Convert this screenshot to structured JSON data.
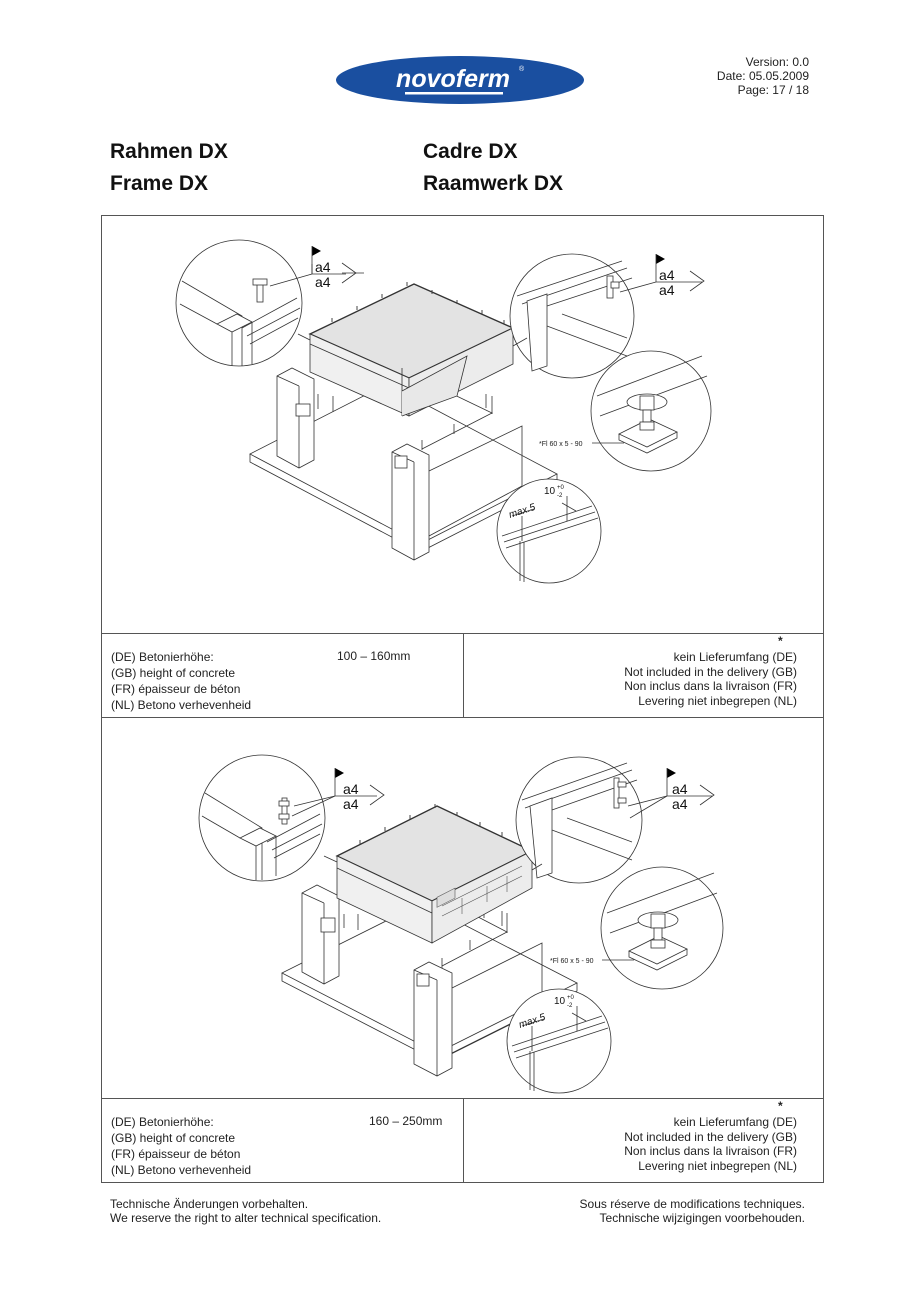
{
  "header": {
    "logo_text": "novoferm",
    "logo_registered": "®",
    "brand_color": "#1a4fa0",
    "version": "Version: 0.0",
    "date": "Date: 05.05.2009",
    "page": "Page: 17 / 18"
  },
  "titles": {
    "de": "Rahmen DX",
    "gb": "Frame DX",
    "fr": "Cadre DX",
    "nl": "Raamwerk DX"
  },
  "sections": [
    {
      "drawing": {
        "weld_symbol_left": [
          "a4",
          "a4"
        ],
        "weld_symbol_right": [
          "a4",
          "a4"
        ],
        "flat_bar_label": "*Fl 60 x 5 - 90",
        "gap_label": "max.5",
        "tolerance_base": "10",
        "tolerance_plus": "+0",
        "tolerance_minus": "-2"
      },
      "concrete": {
        "lines": [
          "(DE) Betonierhöhe:",
          "(GB) height of concrete",
          "(FR) épaisseur de béton",
          "(NL) Betono verhevenheid"
        ],
        "range": "100 – 160mm"
      },
      "note": {
        "marker": "*",
        "lines": [
          "kein Lieferumfang (DE)",
          "Not included in the delivery (GB)",
          "Non inclus dans la livraison (FR)",
          "Levering niet inbegrepen (NL)"
        ]
      }
    },
    {
      "drawing": {
        "weld_symbol_left": [
          "a4",
          "a4"
        ],
        "weld_symbol_right": [
          "a4",
          "a4"
        ],
        "flat_bar_label": "*Fl 60 x 5 - 90",
        "gap_label": "max.5",
        "tolerance_base": "10",
        "tolerance_plus": "+0",
        "tolerance_minus": "-2"
      },
      "concrete": {
        "lines": [
          "(DE) Betonierhöhe:",
          "(GB) height of concrete",
          "(FR) épaisseur de béton",
          "(NL) Betono verhevenheid"
        ],
        "range": "160 – 250mm"
      },
      "note": {
        "marker": "*",
        "lines": [
          "kein Lieferumfang (DE)",
          "Not included in the delivery (GB)",
          "Non inclus dans la livraison (FR)",
          "Levering niet inbegrepen (NL)"
        ]
      }
    }
  ],
  "footer": {
    "left": [
      "Technische Änderungen vorbehalten.",
      "We reserve the right to alter technical specification."
    ],
    "right": [
      "Sous réserve de modifications techniques.",
      "Technische wijzigingen voorbehouden."
    ]
  }
}
